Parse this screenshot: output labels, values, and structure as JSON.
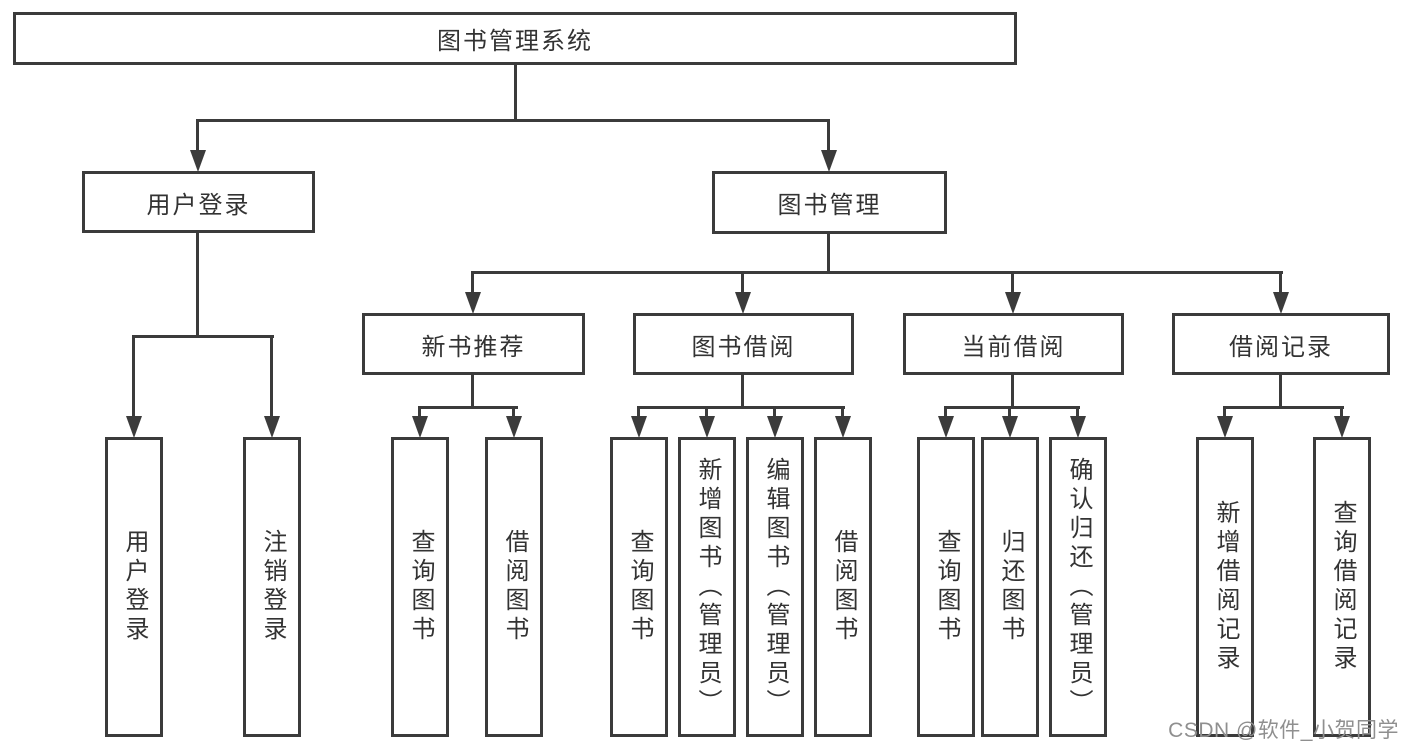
{
  "tree": {
    "label": "图书管理系统",
    "children": [
      {
        "label": "用户登录",
        "children": [
          {
            "label": "用户登录"
          },
          {
            "label": "注销登录"
          }
        ]
      },
      {
        "label": "图书管理",
        "children": [
          {
            "label": "新书推荐",
            "children": [
              {
                "label": "查询图书"
              },
              {
                "label": "借阅图书"
              }
            ]
          },
          {
            "label": "图书借阅",
            "children": [
              {
                "label": "查询图书"
              },
              {
                "label": "新增图书（管理员）"
              },
              {
                "label": "编辑图书（管理员）"
              },
              {
                "label": "借阅图书"
              }
            ]
          },
          {
            "label": "当前借阅",
            "children": [
              {
                "label": "查询图书"
              },
              {
                "label": "归还图书"
              },
              {
                "label": "确认归还（管理员）"
              }
            ]
          },
          {
            "label": "借阅记录",
            "children": [
              {
                "label": "新增借阅记录"
              },
              {
                "label": "查询借阅记录"
              }
            ]
          }
        ]
      }
    ]
  },
  "watermark": {
    "text": "CSDN @软件_小贺同学"
  },
  "colors": {
    "line": "#3b3b3b",
    "text": "#333333",
    "watermark": "#8f8f8f",
    "background": "#ffffff"
  }
}
